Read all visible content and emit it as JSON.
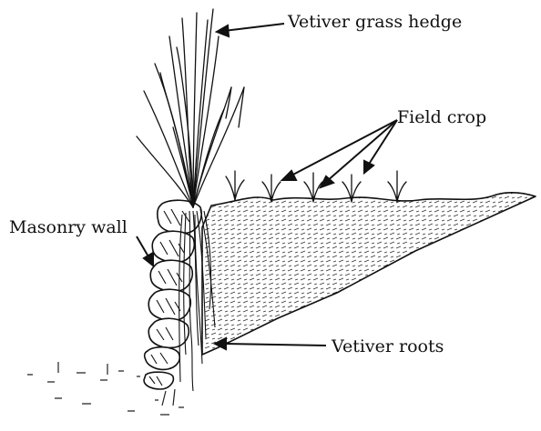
{
  "labels": {
    "vetiver_grass_hedge": "Vetiver grass hedge",
    "field_crop": "Field crop",
    "masonry_wall": "Masonry wall",
    "vetiver_roots": "Vetiver roots"
  },
  "colors": {
    "ink": "#111111",
    "background": "#ffffff"
  }
}
